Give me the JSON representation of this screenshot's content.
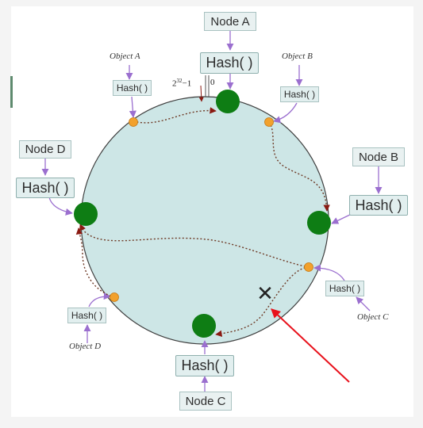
{
  "nodes": {
    "a": {
      "label": "Node A",
      "hash": "Hash( )"
    },
    "b": {
      "label": "Node B",
      "hash": "Hash( )"
    },
    "c": {
      "label": "Node C",
      "hash": "Hash( )"
    },
    "d": {
      "label": "Node D",
      "hash": "Hash( )"
    }
  },
  "objects": {
    "a": {
      "label": "Object A",
      "hash": "Hash( )"
    },
    "b": {
      "label": "Object B",
      "hash": "Hash( )"
    },
    "c": {
      "label": "Object C",
      "hash": "Hash( )"
    },
    "d": {
      "label": "Object D",
      "hash": "Hash( )"
    }
  },
  "ring": {
    "max_base": "2",
    "max_exp": "32",
    "max_suffix": "−1",
    "zero": "0"
  },
  "failure_marker": "✕",
  "colors": {
    "ring_fill": "#cde6e6",
    "node": "#0e7d14",
    "object": "#f2a12c",
    "path": "#6e3a26",
    "connector": "#9b6fcf",
    "highlight_arrow": "#e8111b"
  }
}
